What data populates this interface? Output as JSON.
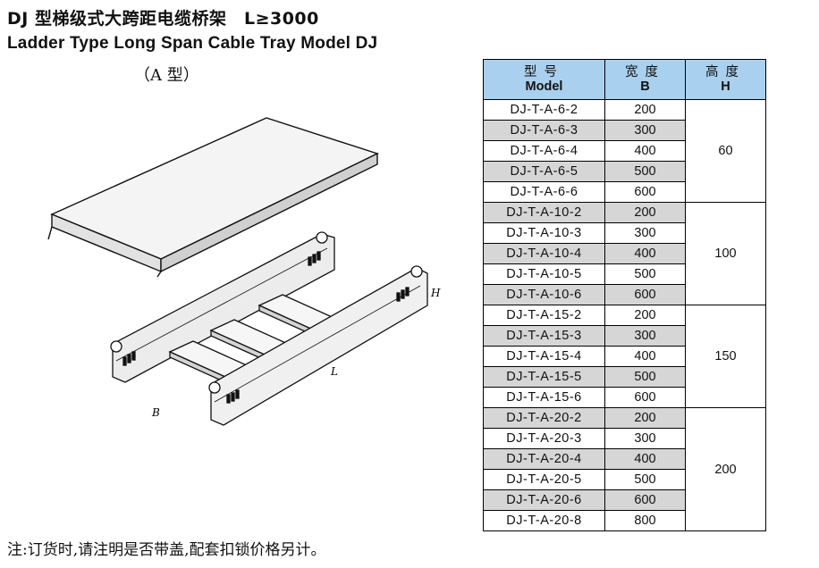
{
  "header": {
    "title_cn": "DJ 型梯级式大跨距电缆桥架　L≥3000",
    "title_en": "Ladder Type Long Span Cable Tray Model DJ",
    "subtitle": "（A 型）"
  },
  "drawing": {
    "label_b": "B",
    "label_l": "L",
    "label_h": "H"
  },
  "table": {
    "headers": [
      {
        "cn": "型号",
        "en": "Model"
      },
      {
        "cn": "宽度",
        "en": "B"
      },
      {
        "cn": "高度",
        "en": "H"
      }
    ],
    "groups": [
      {
        "height": "60",
        "rows": [
          {
            "model": "DJ-T-A-6-2",
            "width": "200"
          },
          {
            "model": "DJ-T-A-6-3",
            "width": "300"
          },
          {
            "model": "DJ-T-A-6-4",
            "width": "400"
          },
          {
            "model": "DJ-T-A-6-5",
            "width": "500"
          },
          {
            "model": "DJ-T-A-6-6",
            "width": "600"
          }
        ]
      },
      {
        "height": "100",
        "rows": [
          {
            "model": "DJ-T-A-10-2",
            "width": "200"
          },
          {
            "model": "DJ-T-A-10-3",
            "width": "300"
          },
          {
            "model": "DJ-T-A-10-4",
            "width": "400"
          },
          {
            "model": "DJ-T-A-10-5",
            "width": "500"
          },
          {
            "model": "DJ-T-A-10-6",
            "width": "600"
          }
        ]
      },
      {
        "height": "150",
        "rows": [
          {
            "model": "DJ-T-A-15-2",
            "width": "200"
          },
          {
            "model": "DJ-T-A-15-3",
            "width": "300"
          },
          {
            "model": "DJ-T-A-15-4",
            "width": "400"
          },
          {
            "model": "DJ-T-A-15-5",
            "width": "500"
          },
          {
            "model": "DJ-T-A-15-6",
            "width": "600"
          }
        ]
      },
      {
        "height": "200",
        "rows": [
          {
            "model": "DJ-T-A-20-2",
            "width": "200"
          },
          {
            "model": "DJ-T-A-20-3",
            "width": "300"
          },
          {
            "model": "DJ-T-A-20-4",
            "width": "400"
          },
          {
            "model": "DJ-T-A-20-5",
            "width": "500"
          },
          {
            "model": "DJ-T-A-20-6",
            "width": "600"
          },
          {
            "model": "DJ-T-A-20-8",
            "width": "800"
          }
        ]
      }
    ]
  },
  "note": "注:订货时,请注明是否带盖,配套扣锁价格另计。",
  "colors": {
    "header_bg": "#a9d0ee",
    "alt_row_bg": "#d6d6d6"
  }
}
